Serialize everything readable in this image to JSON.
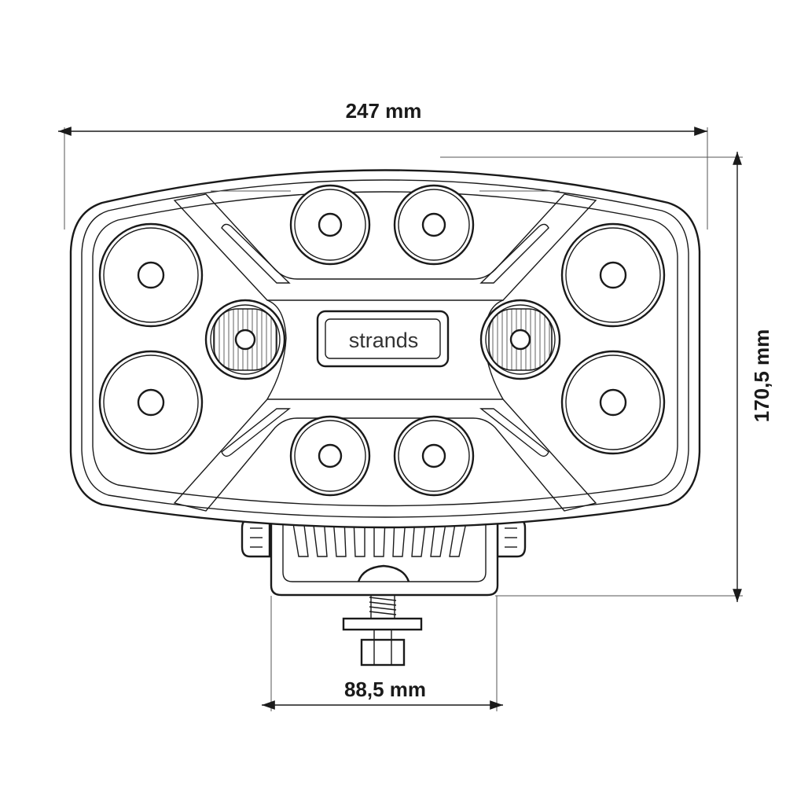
{
  "dimensions": {
    "width": "247 mm",
    "height": "170,5 mm",
    "bracket_width": "88,5 mm"
  },
  "brand": {
    "label": "strands"
  },
  "colors": {
    "line": "#1a1a1a",
    "background": "#ffffff"
  }
}
